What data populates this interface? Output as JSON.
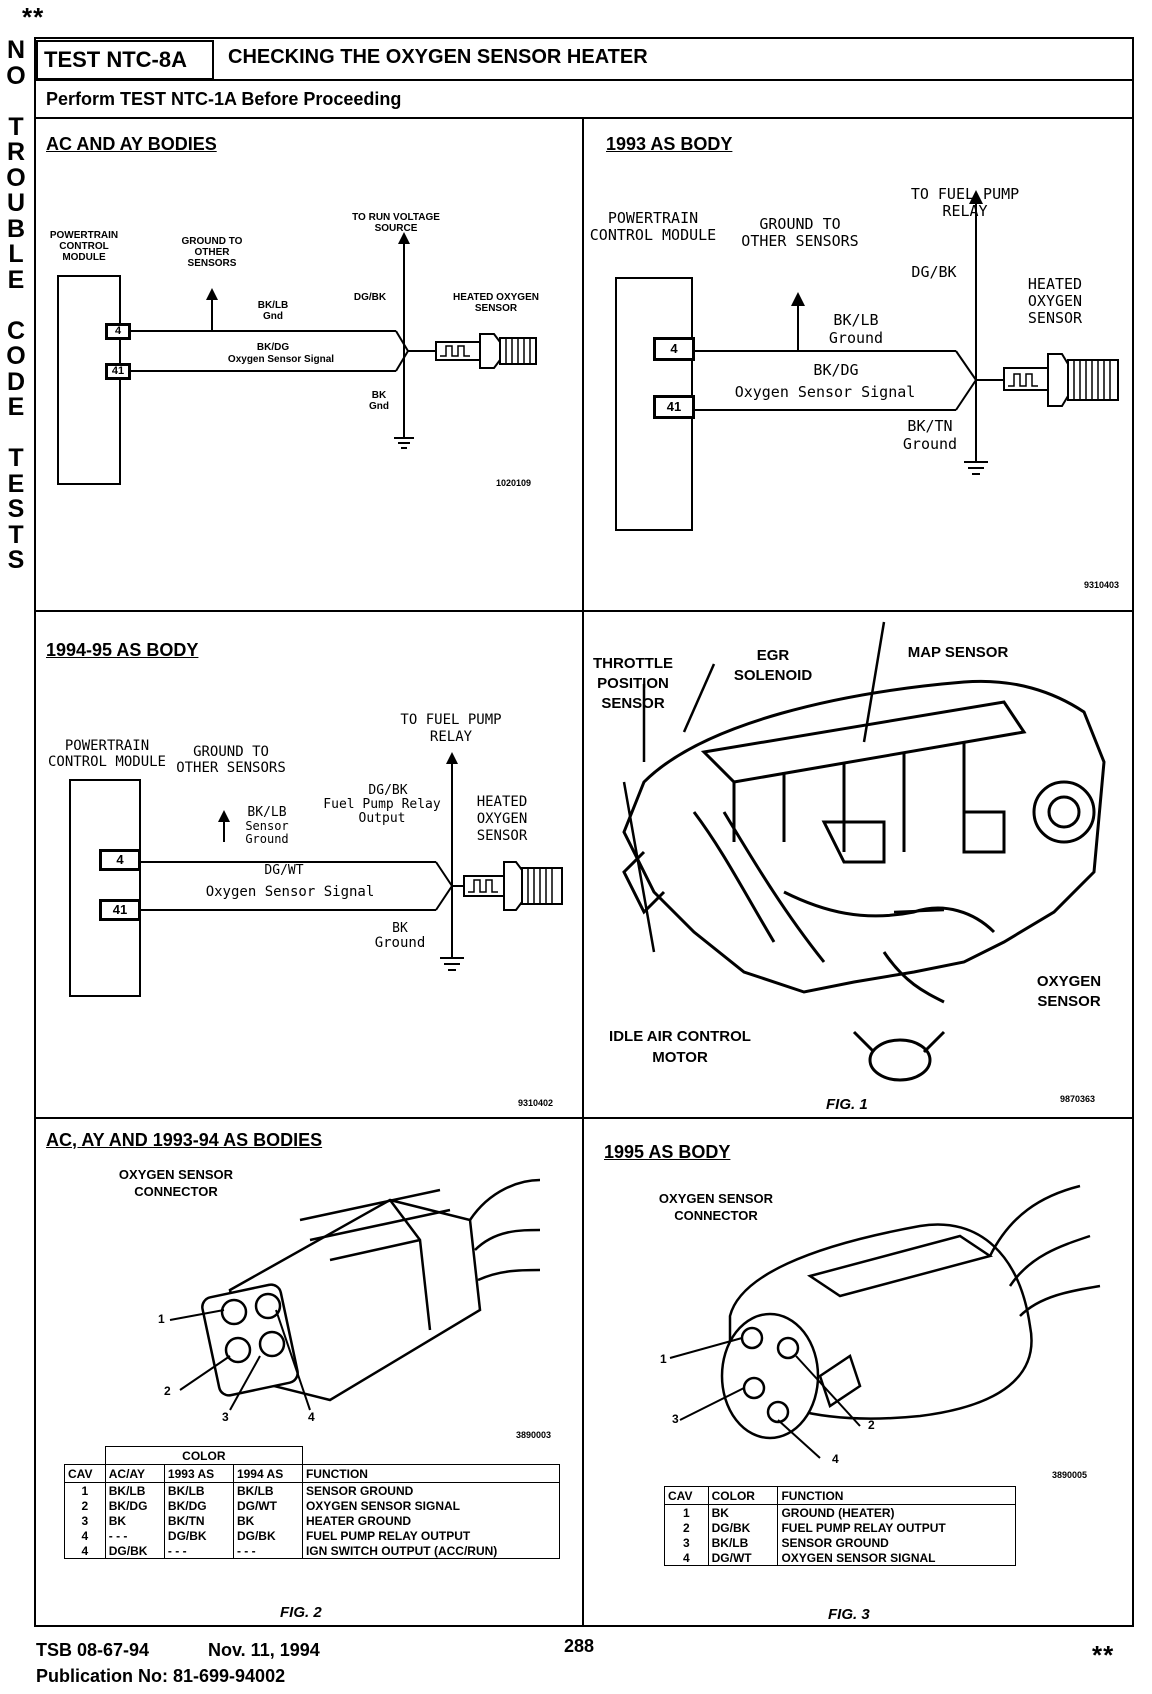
{
  "top_marker": "**",
  "sidebar_letters": [
    "N",
    "O",
    "",
    "T",
    "R",
    "O",
    "U",
    "B",
    "L",
    "E",
    "",
    "C",
    "O",
    "D",
    "E",
    "",
    "T",
    "E",
    "S",
    "T",
    "S"
  ],
  "header": {
    "test_id": "TEST NTC-8A",
    "title": "CHECKING THE OXYGEN SENSOR HEATER",
    "perform": "Perform TEST NTC-1A Before Proceeding"
  },
  "panel1": {
    "title": "AC AND AY BODIES",
    "pcm": "POWERTRAIN CONTROL MODULE",
    "ground_other": "GROUND TO OTHER SENSORS",
    "to_run": "TO RUN VOLTAGE SOURCE",
    "wire_top": "BK/LB",
    "wire_top2": "Gnd",
    "wire_sig": "BK/DG",
    "wire_sig2": "Oxygen Sensor Signal",
    "wire_dgbk": "DG/BK",
    "wire_bk": "BK",
    "wire_bk2": "Gnd",
    "sensor": "HEATED OXYGEN SENSOR",
    "pin_a": "4",
    "pin_b": "41",
    "code": "1020109"
  },
  "panel2": {
    "title": "1993 AS BODY",
    "pcm": "POWERTRAIN CONTROL MODULE",
    "ground_other": "GROUND TO OTHER SENSORS",
    "to_fuel": "TO FUEL PUMP RELAY",
    "dgbk": "DG/BK",
    "sensor": "HEATED OXYGEN SENSOR",
    "wire_top": "BK/LB",
    "wire_top2": "Ground",
    "wire_sig": "BK/DG",
    "wire_sig2": "Oxygen Sensor Signal",
    "wire_bt": "BK/TN",
    "wire_bt2": "Ground",
    "pin_a": "4",
    "pin_b": "41",
    "code": "9310403"
  },
  "panel3": {
    "title": "1994-95 AS BODY",
    "pcm": "POWERTRAIN CONTROL MODULE",
    "ground_other": "GROUND TO OTHER SENSORS",
    "to_fuel": "TO FUEL PUMP RELAY",
    "dgbk": "DG/BK",
    "fuel_out": "Fuel Pump Relay Output",
    "bklb": "BK/LB",
    "bklb2": "Sensor Ground",
    "dgwt": "DG/WT",
    "sig": "Oxygen Sensor Signal",
    "bk": "BK",
    "bk2": "Ground",
    "sensor": "HEATED OXYGEN SENSOR",
    "pin_a": "4",
    "pin_b": "41",
    "code": "9310402"
  },
  "panel4": {
    "throttle": "THROTTLE POSITION SENSOR",
    "egr": "EGR SOLENOID",
    "map": "MAP SENSOR",
    "idle": "IDLE AIR CONTROL MOTOR",
    "oxy": "OXYGEN SENSOR",
    "caption": "FIG. 1",
    "code": "9870363"
  },
  "panel5": {
    "title": "AC, AY AND 1993-94 AS BODIES",
    "connector": "OXYGEN SENSOR CONNECTOR",
    "pins": [
      "1",
      "2",
      "3",
      "4"
    ],
    "code": "3890003",
    "table_color_hdr": "COLOR",
    "table_headers": [
      "CAV",
      "AC/AY",
      "1993 AS",
      "1994 AS",
      "FUNCTION"
    ],
    "rows": [
      [
        "1",
        "BK/LB",
        "BK/LB",
        "BK/LB",
        "SENSOR GROUND"
      ],
      [
        "2",
        "BK/DG",
        "BK/DG",
        "DG/WT",
        "OXYGEN SENSOR SIGNAL"
      ],
      [
        "3",
        "BK",
        "BK/TN",
        "BK",
        "HEATER GROUND"
      ],
      [
        "4",
        "- - -",
        "DG/BK",
        "DG/BK",
        "FUEL PUMP RELAY OUTPUT"
      ],
      [
        "4",
        "DG/BK",
        "- - -",
        "- - -",
        "IGN SWITCH OUTPUT (ACC/RUN)"
      ]
    ],
    "caption": "FIG. 2"
  },
  "panel6": {
    "title": "1995 AS BODY",
    "connector": "OXYGEN SENSOR CONNECTOR",
    "pins": [
      "1",
      "2",
      "3",
      "4"
    ],
    "code": "3890005",
    "table_headers": [
      "CAV",
      "COLOR",
      "FUNCTION"
    ],
    "rows": [
      [
        "1",
        "BK",
        "GROUND (HEATER)"
      ],
      [
        "2",
        "DG/BK",
        "FUEL PUMP RELAY OUTPUT"
      ],
      [
        "3",
        "BK/LB",
        "SENSOR GROUND"
      ],
      [
        "4",
        "DG/WT",
        "OXYGEN SENSOR SIGNAL"
      ]
    ],
    "caption": "FIG. 3"
  },
  "footer": {
    "tsb": "TSB 08-67-94",
    "date": "Nov. 11, 1994",
    "page": "288",
    "publication": "Publication No: 81-699-94002",
    "marker": "**"
  }
}
